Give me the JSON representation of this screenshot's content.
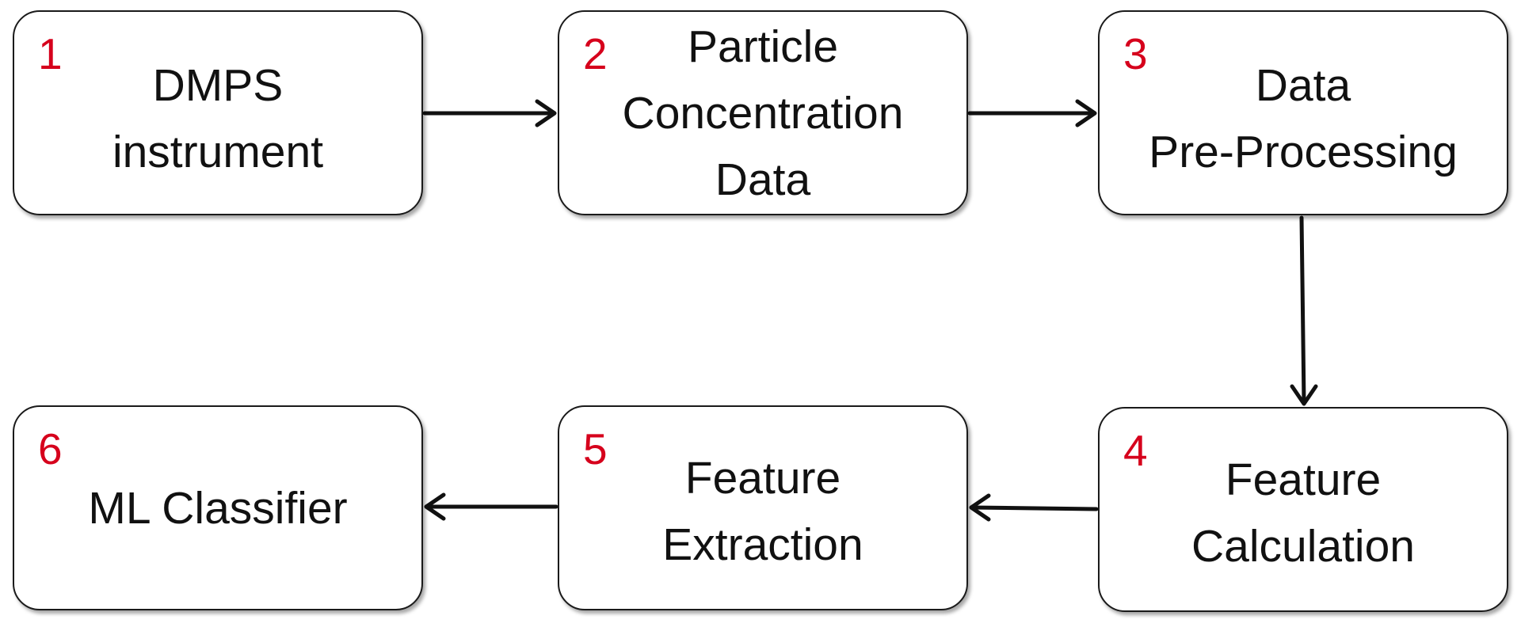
{
  "diagram": {
    "steps": [
      {
        "number": "1",
        "label": "DMPS\ninstrument"
      },
      {
        "number": "2",
        "label": "Particle\nConcentration\nData"
      },
      {
        "number": "3",
        "label": "Data\nPre-Processing"
      },
      {
        "number": "4",
        "label": "Feature\nCalculation"
      },
      {
        "number": "5",
        "label": "Feature\nExtraction"
      },
      {
        "number": "6",
        "label": "ML Classifier"
      }
    ],
    "flow": [
      "1→2",
      "2→3",
      "3→4",
      "4→5",
      "5→6"
    ],
    "colors": {
      "step_number": "#d6001c",
      "text": "#111111",
      "border": "#1a1a1a",
      "arrow": "#111111",
      "background": "#ffffff"
    }
  }
}
